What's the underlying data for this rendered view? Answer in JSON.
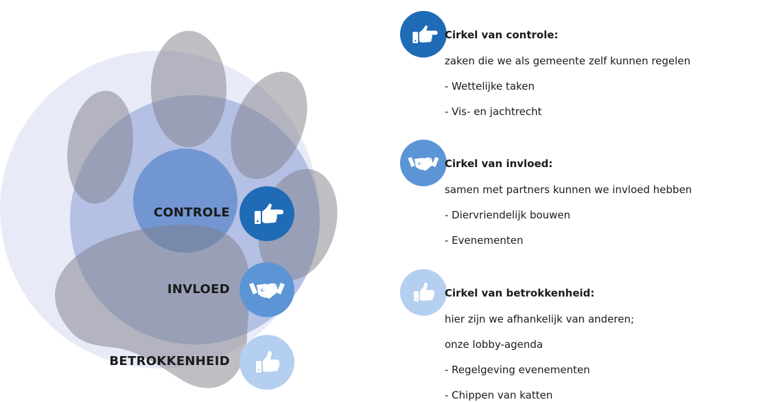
{
  "diagram": {
    "labels": {
      "controle": "CONTROLE",
      "invloed": "INVLOED",
      "betrokkenheid": "BETROKKENHEID"
    },
    "colors": {
      "outer_circle": "#e8ebf7",
      "middle_circle": "#aab9e0",
      "inner_circle": "#6f94d0",
      "paw": "#8c8c96",
      "controle_icon": "#1f6bb5",
      "invloed_icon": "#5b95d5",
      "betrokkenheid_icon": "#b4cff0"
    },
    "icons": {
      "controle": "pointing-hand-icon",
      "invloed": "handshake-icon",
      "betrokkenheid": "thumbs-up-icon"
    }
  },
  "legend": [
    {
      "title": "Cirkel van controle:",
      "lines": [
        "zaken die we als gemeente zelf kunnen regelen",
        "- Wettelijke taken",
        "- Vis- en jachtrecht"
      ]
    },
    {
      "title": "Cirkel van invloed:",
      "lines": [
        "samen met partners kunnen we invloed hebben",
        "- Diervriendelijk bouwen",
        "- Evenementen"
      ]
    },
    {
      "title": "Cirkel van betrokkenheid:",
      "lines": [
        "hier zijn we afhankelijk van anderen;",
        "onze lobby-agenda",
        "- Regelgeving evenementen",
        "- Chippen van katten"
      ]
    }
  ]
}
